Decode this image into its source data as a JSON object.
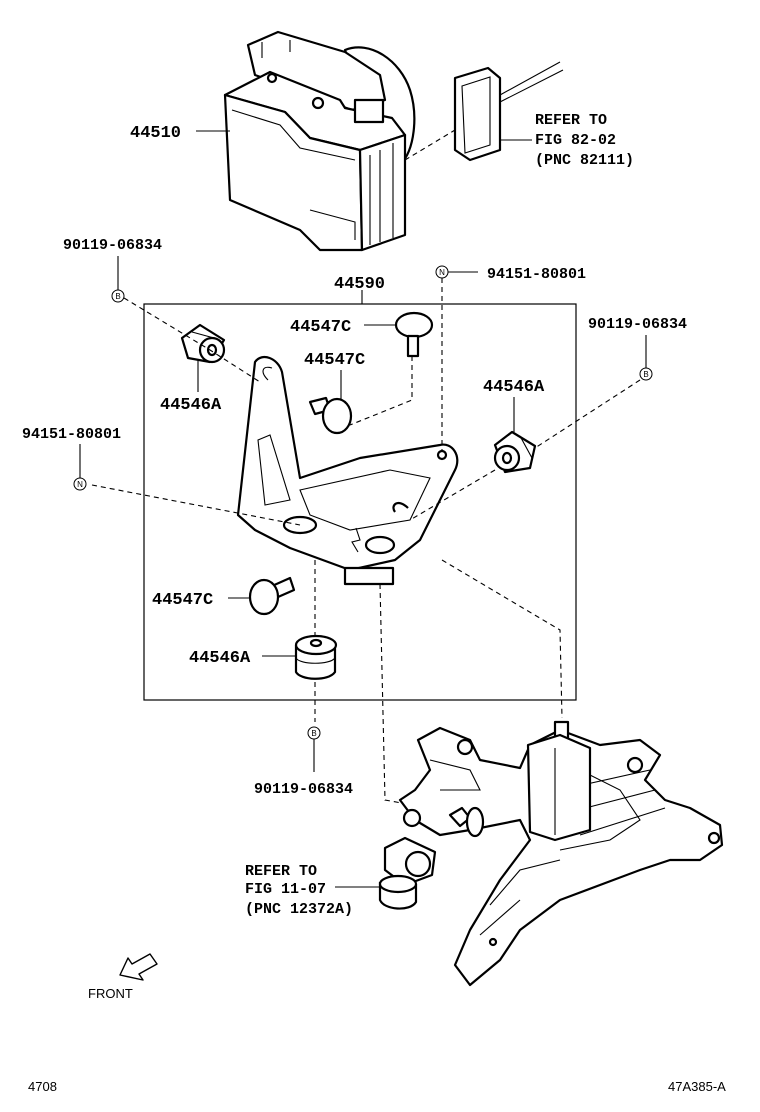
{
  "labels": {
    "p44510": "44510",
    "refer82_line1": "REFER TO",
    "refer82_line2": "FIG 82-02",
    "refer82_line3": "(PNC 82111)",
    "bolt_top_left": "90119-06834",
    "p44590": "44590",
    "nut_top": "94151-80801",
    "bolt_right": "90119-06834",
    "c1": "44547C",
    "c2": "44547C",
    "a1": "44546A",
    "a2": "44546A",
    "nut_left": "94151-80801",
    "c3": "44547C",
    "a3": "44546A",
    "bolt_bottom": "90119-06834",
    "refer11_line1": "REFER TO",
    "refer11_line2": "FIG 11-07",
    "refer11_line3": "(PNC 12372A)",
    "front": "FRONT",
    "page_code": "4708",
    "figure_code": "47A385-A"
  },
  "markers": {
    "bolt": "B",
    "nut": "N"
  }
}
